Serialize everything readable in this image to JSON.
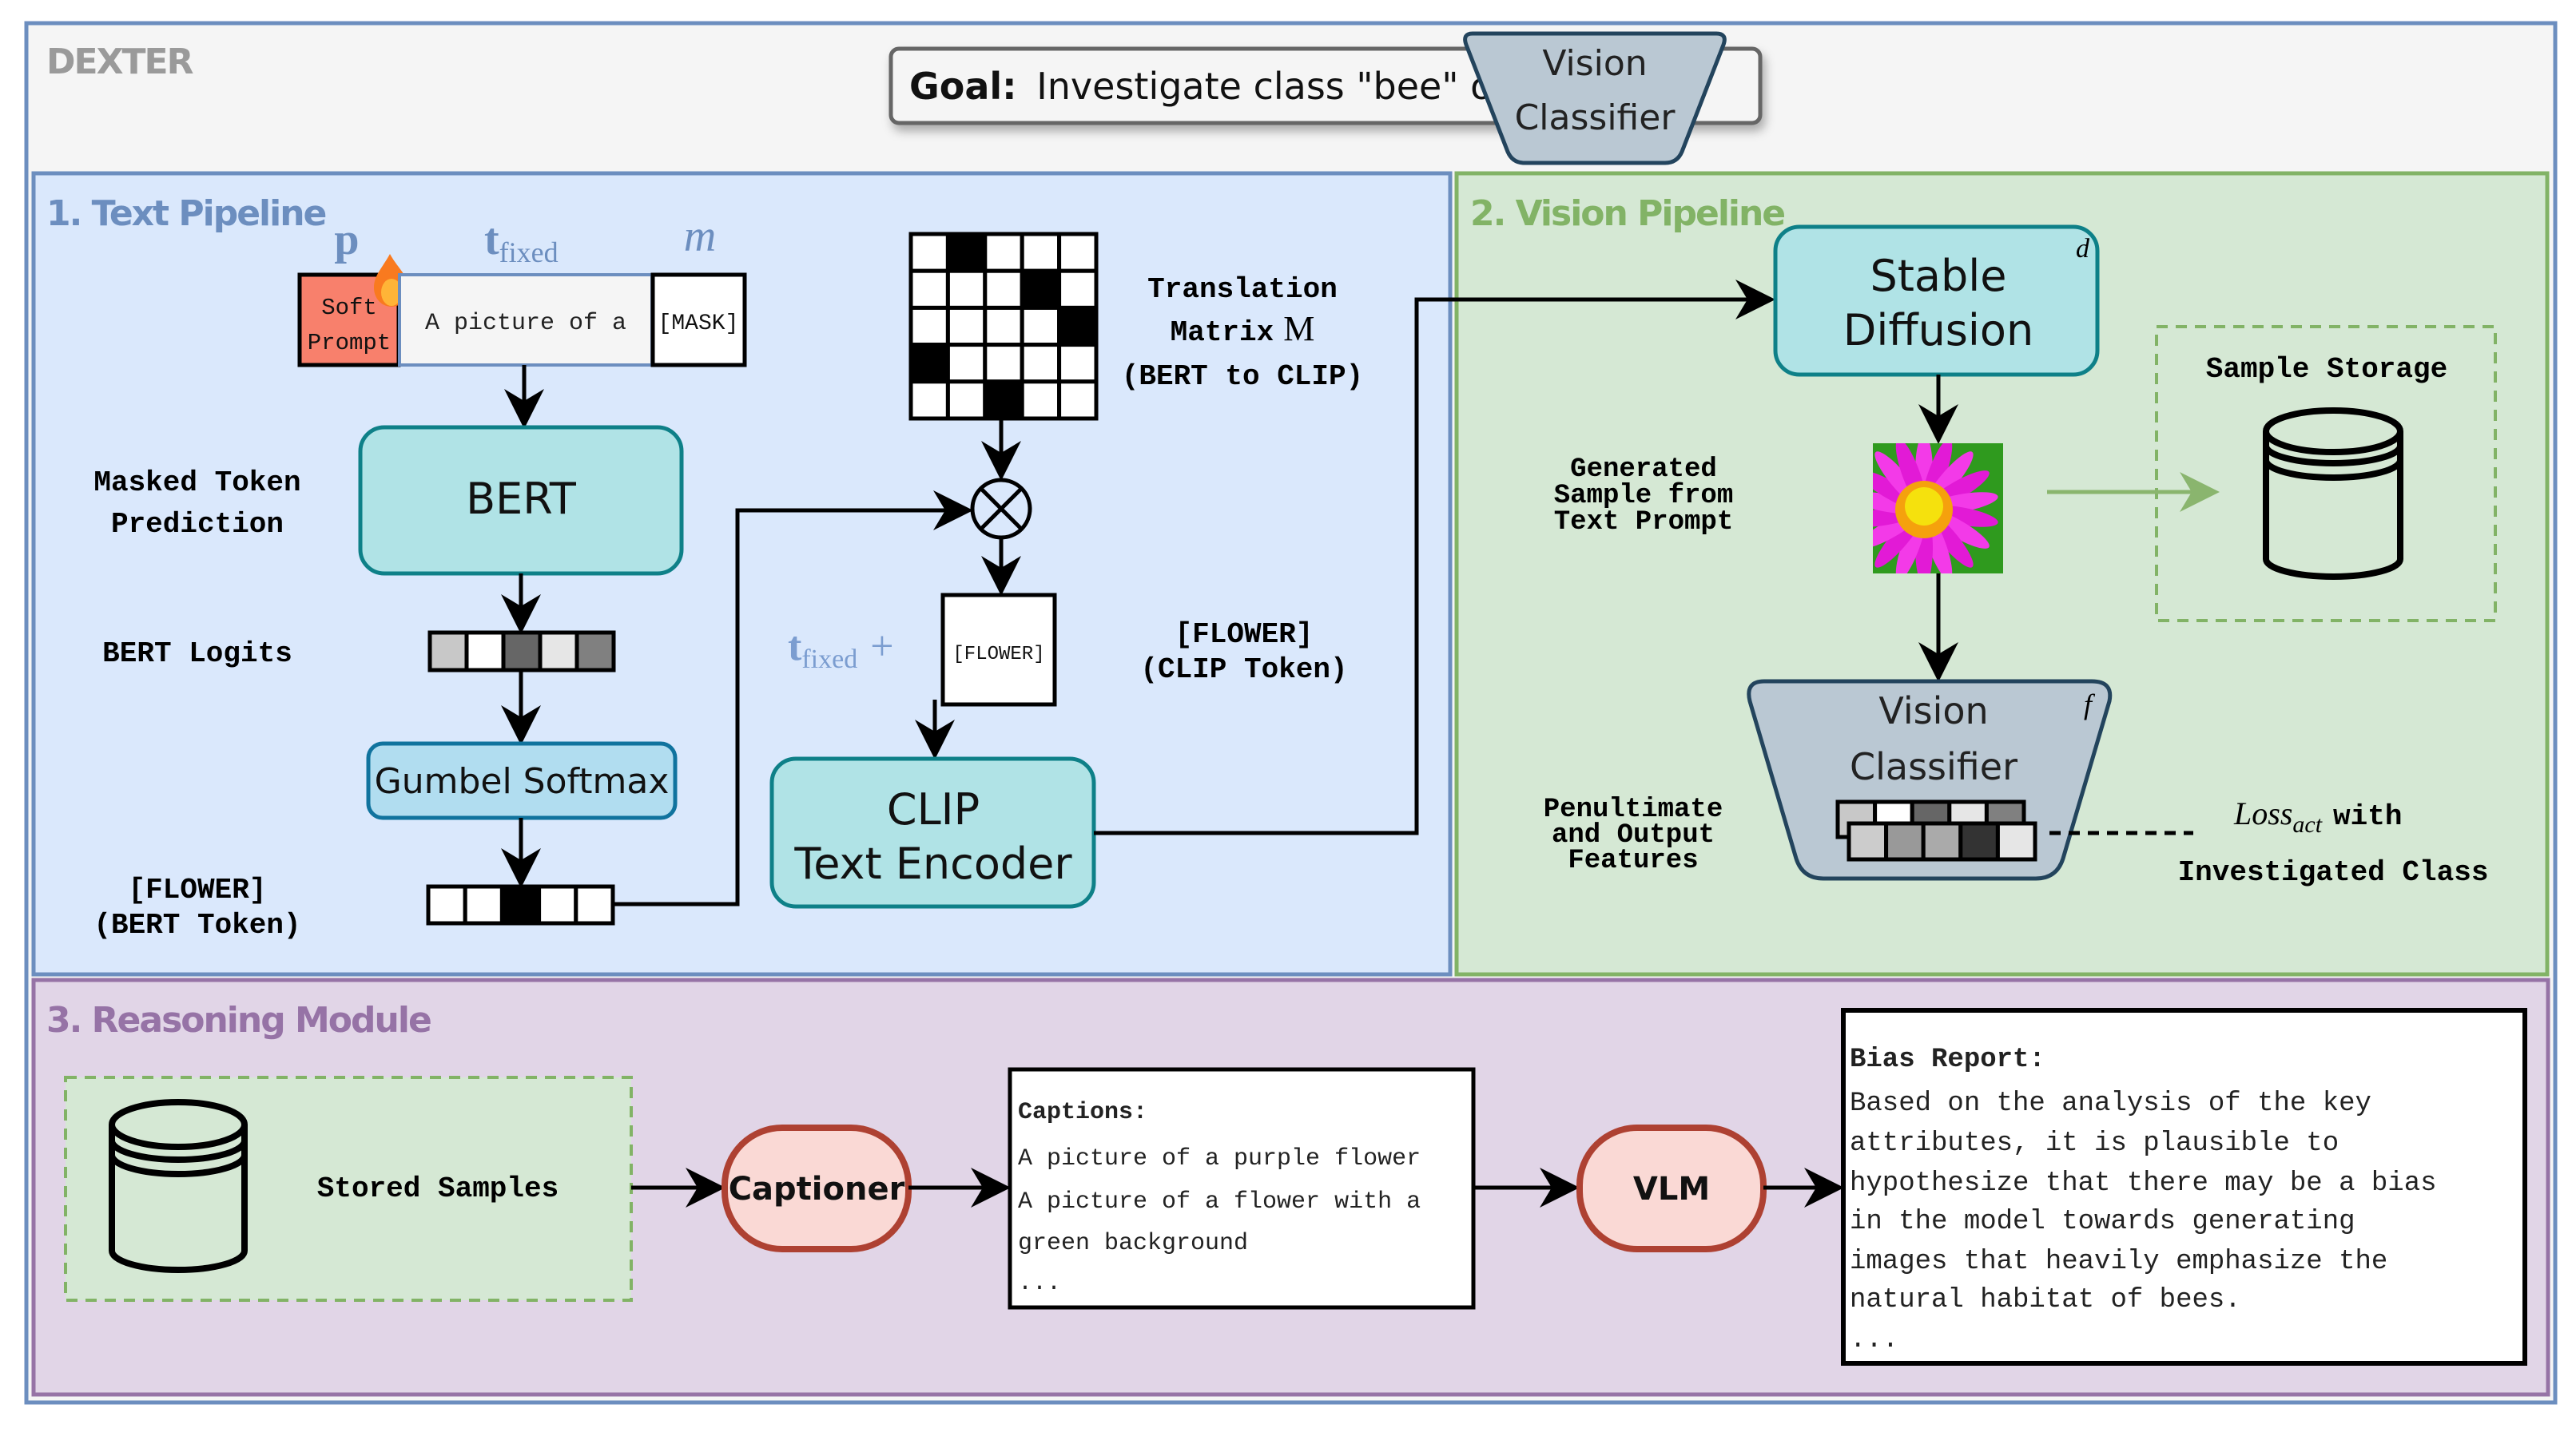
{
  "app": {
    "name": "DEXTER"
  },
  "goal": {
    "label": "Goal:",
    "text": "Investigate class \"bee\" on",
    "target_line1": "Vision",
    "target_line2": "Classifier"
  },
  "text_pipeline": {
    "title": "1. Text Pipeline",
    "symbols": {
      "p": "p",
      "t": "t",
      "t_sub": "fixed",
      "m": "m"
    },
    "prompt": {
      "soft_line1": "Soft",
      "soft_line2": "Prompt",
      "fixed_text": "A picture of a",
      "mask": "[MASK]"
    },
    "labels": {
      "masked_line1": "Masked Token",
      "masked_line2": "Prediction",
      "logits": "BERT Logits",
      "bert_token_line1": "[FLOWER]",
      "bert_token_line2": "(BERT Token)",
      "matrix_line1": "Translation",
      "matrix_line2": "Matrix",
      "matrix_symbol": "M",
      "matrix_line3": "(BERT to CLIP)",
      "clip_token_line1": "[FLOWER]",
      "clip_token_line2": "(CLIP Token)",
      "t_plus": "+"
    },
    "bert": "BERT",
    "gumbel": "Gumbel Softmax",
    "clip_token_box": "[FLOWER]",
    "clip_line1": "CLIP",
    "clip_line2": "Text Encoder",
    "logits_shades": [
      "#c8c8c8",
      "#ffffff",
      "#666666",
      "#e6e6e6",
      "#808080"
    ],
    "onehot_index": 2,
    "matrix_black_cells": [
      [
        0,
        1
      ],
      [
        1,
        3
      ],
      [
        2,
        4
      ],
      [
        3,
        0
      ],
      [
        4,
        2
      ]
    ]
  },
  "vision_pipeline": {
    "title": "2. Vision Pipeline",
    "sd_line1": "Stable",
    "sd_line2": "Diffusion",
    "sd_symbol": "d",
    "generated_line1": "Generated",
    "generated_line2": "Sample from",
    "generated_line3": "Text Prompt",
    "storage_label": "Sample Storage",
    "vc_line1": "Vision",
    "vc_line2": "Classifier",
    "vc_symbol": "f",
    "features_line1": "Penultimate",
    "features_line2": "and Output",
    "features_line3": "Features",
    "loss": "Loss",
    "loss_sub": "act",
    "loss_with": "with",
    "investigated": "Investigated Class",
    "penult_shades": [
      "#c8c8c8",
      "#ffffff",
      "#666666",
      "#e6e6e6",
      "#808080"
    ],
    "output_shades": [
      "#cccccc",
      "#999999",
      "#aaaaaa",
      "#333333",
      "#e6e6e6"
    ]
  },
  "reasoning": {
    "title": "3. Reasoning Module",
    "stored_samples": "Stored Samples",
    "captioner": "Captioner",
    "captions_title": "Captions:",
    "captions": [
      "A picture of a purple flower",
      "A picture of a flower with a",
      "green background",
      "..."
    ],
    "vlm": "VLM",
    "report_title": "Bias Report:",
    "report_lines": [
      "Based on the analysis of the key",
      "attributes, it is plausible to",
      "hypothesize that there may be a bias",
      "in the model towards generating",
      "images that heavily emphasize the",
      "natural habitat of bees.",
      "..."
    ]
  },
  "colors": {
    "outer_border": "#6c8ebf",
    "text_panel": "#dae8fc",
    "vision_panel": "#d5e8d4",
    "reasoning_panel": "#e1d5e7",
    "model_box": "#b0e3e6",
    "gumbel_box": "#b1ddf0",
    "classifier": "#bac8d3",
    "captioner": "#fad9d5",
    "soft_prompt": "#f8806c"
  }
}
